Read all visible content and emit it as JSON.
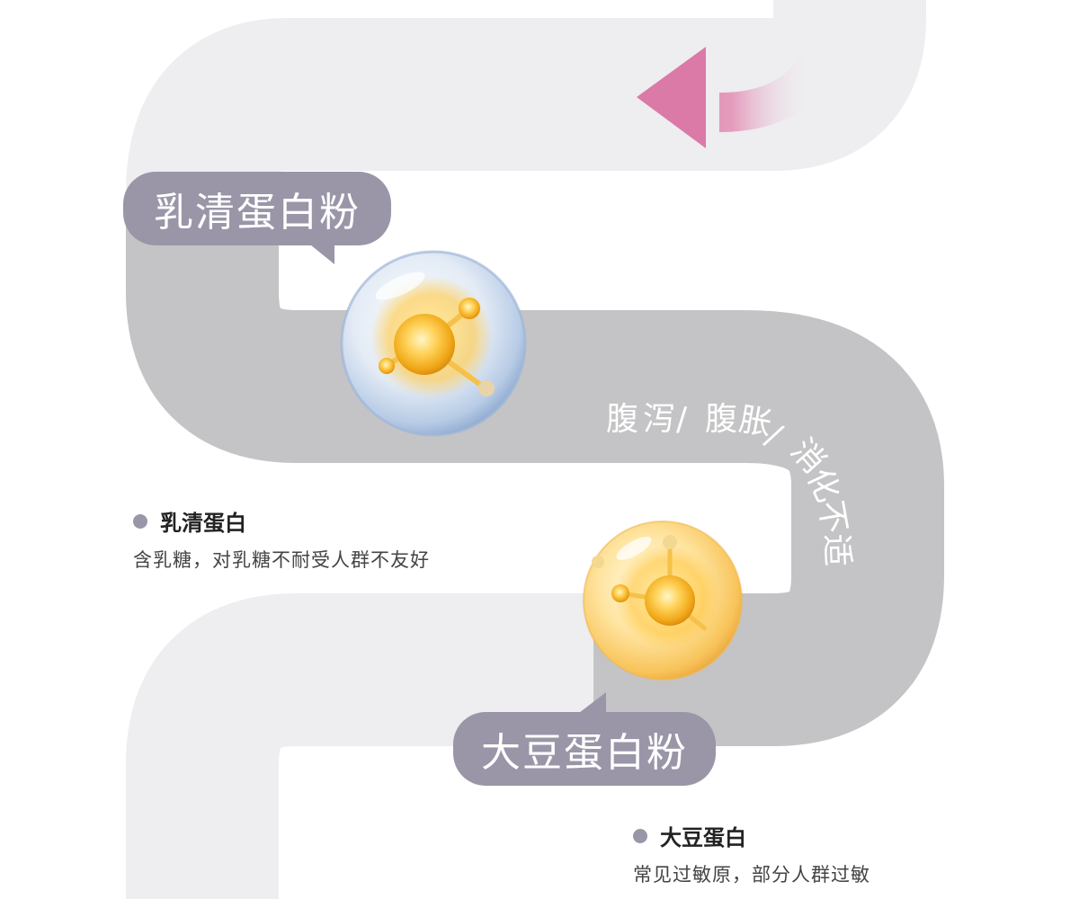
{
  "flow_label": "腹泻/腹胀/消化不适",
  "whey": {
    "bubble_label": "乳清蛋白粉",
    "title": "乳清蛋白",
    "description": "含乳糖，对乳糖不耐受人群不友好"
  },
  "soy": {
    "bubble_label": "大豆蛋白粉",
    "title": "大豆蛋白",
    "description": "常见过敏原，部分人群过敏"
  },
  "colors": {
    "path_light": "#eeedf0",
    "path_dark": "#c4c4c6",
    "bubble": "#9a96a8",
    "arrow": "#db7aa6",
    "molecule_gold": "#f0a818",
    "sphere_blue": "#b8cce6"
  },
  "icons": [
    "arrow-icon",
    "whey-molecule-icon",
    "soy-molecule-icon"
  ]
}
